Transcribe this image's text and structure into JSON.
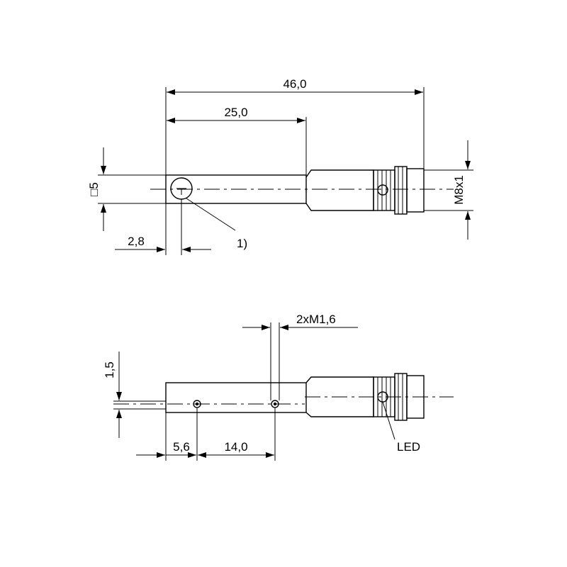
{
  "top_view": {
    "dims": {
      "overall_length": "46,0",
      "sensing_length": "25,0",
      "square_size": "5",
      "square_symbol": "□",
      "focus_offset": "2,8",
      "thread": "M8x1"
    },
    "callout": "1)"
  },
  "side_view": {
    "dims": {
      "mount_holes": "2xM1,6",
      "height": "1,5",
      "hole_offset": "5,6",
      "hole_spacing": "14,0"
    },
    "led_label": "LED"
  }
}
